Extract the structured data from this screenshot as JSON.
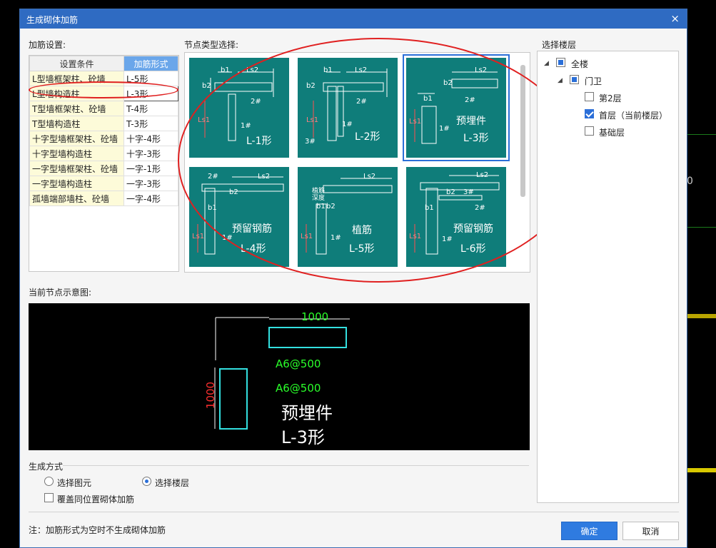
{
  "dialog": {
    "title": "生成砌体加筋",
    "close_symbol": "×"
  },
  "settings": {
    "label": "加筋设置:",
    "headers": [
      "设置条件",
      "加筋形式"
    ],
    "rows": [
      {
        "condition": "L型墙框架柱、砼墙",
        "form": "L-5形"
      },
      {
        "condition": "L型墙构造柱",
        "form": "L-3形"
      },
      {
        "condition": "T型墙框架柱、砼墙",
        "form": "T-4形"
      },
      {
        "condition": "T型墙构造柱",
        "form": "T-3形"
      },
      {
        "condition": "十字型墙框架柱、砼墙",
        "form": "十字-4形"
      },
      {
        "condition": "十字型墙构造柱",
        "form": "十字-3形"
      },
      {
        "condition": "一字型墙框架柱、砼墙",
        "form": "一字-1形"
      },
      {
        "condition": "一字型墙构造柱",
        "form": "一字-3形"
      },
      {
        "condition": "孤墙端部墙柱、砼墙",
        "form": "一字-4形"
      }
    ]
  },
  "node_types": {
    "label": "节点类型选择:",
    "tiles": [
      {
        "name": "L-1形",
        "sub": "",
        "dims": [
          "b1",
          "Ls2",
          "b2",
          "Ls1"
        ],
        "bars": [
          "2#",
          "1#"
        ]
      },
      {
        "name": "L-2形",
        "sub": "",
        "dims": [
          "b1",
          "Ls2",
          "b2",
          "Ls1"
        ],
        "bars": [
          "2#",
          "1#",
          "3#"
        ]
      },
      {
        "name": "L-3形",
        "sub": "预埋件",
        "dims": [
          "b1",
          "Ls2",
          "b2",
          "Ls1"
        ],
        "bars": [
          "2#",
          "1#"
        ]
      },
      {
        "name": "L-4形",
        "sub": "预留钢筋",
        "dims": [
          "b1",
          "Ls2",
          "b2",
          "Ls1"
        ],
        "bars": [
          "2#",
          "1#"
        ]
      },
      {
        "name": "L-5形",
        "sub": "植筋",
        "dims": [
          "b1",
          "Ls2",
          "b2",
          "Ls1"
        ],
        "bars": [
          "1#"
        ],
        "note": [
          "植筋",
          "深度"
        ]
      },
      {
        "name": "L-6形",
        "sub": "预留钢筋",
        "dims": [
          "b1",
          "Ls2",
          "b2",
          "Ls1"
        ],
        "bars": [
          "3#",
          "2#",
          "1#"
        ]
      }
    ]
  },
  "preview": {
    "label": "当前节点示意图:",
    "dim_top": "1000",
    "dim_left": "1000",
    "spec1": "A6@500",
    "spec2": "A6@500",
    "title_line1": "预埋件",
    "title_line2": "L-3形"
  },
  "generation": {
    "label": "生成方式",
    "option1": "选择图元",
    "option2": "选择楼层",
    "overwrite": "覆盖同位置砌体加筋"
  },
  "floors": {
    "label": "选择楼层",
    "all": "全楼",
    "group": "门卫",
    "items": [
      "第2层",
      "首层（当前楼层）",
      "基础层"
    ]
  },
  "note": "注：加筋形式为空时不生成砌体加筋",
  "buttons": {
    "ok": "确定",
    "cancel": "取消"
  },
  "background": {
    "digit": "0"
  },
  "colors": {
    "tile_bg": "#0f7d7a",
    "accent": "#2f7be0",
    "highlight": "#e02020",
    "preview_dim": "#2aff2a"
  }
}
